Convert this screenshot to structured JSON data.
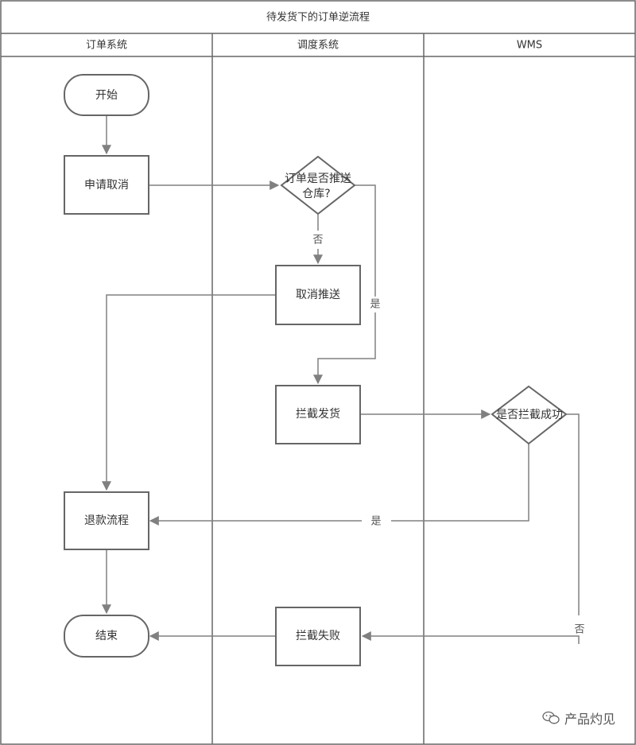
{
  "diagram": {
    "title": "待发货下的订单逆流程",
    "lanes": [
      {
        "id": "order",
        "label": "订单系统"
      },
      {
        "id": "dispatch",
        "label": "调度系统"
      },
      {
        "id": "wms",
        "label": "WMS"
      }
    ],
    "nodes": {
      "start": "开始",
      "apply_cancel": "申请取消",
      "pushed_decision_line1": "订单是否推送",
      "pushed_decision_line2": "仓库?",
      "cancel_push": "取消推送",
      "intercept_shipment": "拦截发货",
      "intercept_success_decision": "是否拦截成功",
      "refund_process": "退款流程",
      "end": "结束",
      "intercept_failed": "拦截失败"
    },
    "edge_labels": {
      "pushed_no": "否",
      "pushed_yes": "是",
      "intercept_yes": "是",
      "intercept_no": "否"
    },
    "watermark": "产品灼见"
  },
  "colors": {
    "line": "#808080",
    "text": "#333333",
    "border": "#666666"
  }
}
